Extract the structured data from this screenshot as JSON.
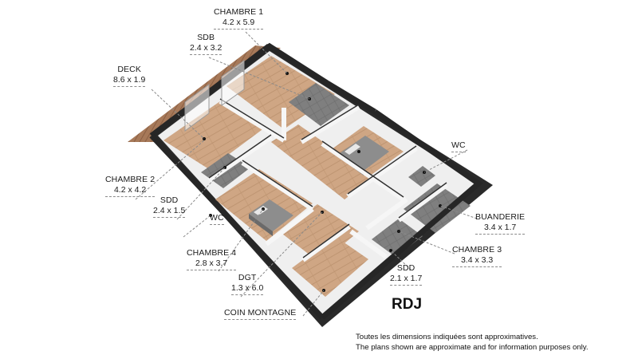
{
  "plan_title": "RDJ",
  "disclaimer_fr": "Toutes les dimensions indiquées sont approximatives.",
  "disclaimer_en": "The plans shown are approximate and for information purposes only.",
  "rooms": [
    {
      "key": "chambre1",
      "name": "CHAMBRE 1",
      "dims": "4.2 x 5.9"
    },
    {
      "key": "sdb",
      "name": "SDB",
      "dims": "2.4 x 3.2"
    },
    {
      "key": "deck",
      "name": "DECK",
      "dims": "8.6 x 1.9"
    },
    {
      "key": "wc_right",
      "name": "WC",
      "dims": ""
    },
    {
      "key": "chambre2",
      "name": "CHAMBRE 2",
      "dims": "4.2 x 4.2"
    },
    {
      "key": "sdd_left",
      "name": "SDD",
      "dims": "2.4 x 1.5"
    },
    {
      "key": "wc_left",
      "name": "WC",
      "dims": ""
    },
    {
      "key": "buanderie",
      "name": "BUANDERIE",
      "dims": "3.4 x 1.7"
    },
    {
      "key": "chambre4",
      "name": "CHAMBRE 4",
      "dims": "2.8 x 3.7"
    },
    {
      "key": "chambre3",
      "name": "CHAMBRE 3",
      "dims": "3.4 x 3.3"
    },
    {
      "key": "dgt",
      "name": "DGT",
      "dims": "1.3 x 6.0"
    },
    {
      "key": "sdd_right",
      "name": "SDD",
      "dims": "2.1 x 1.7"
    },
    {
      "key": "coin_montagne",
      "name": "COIN MONTAGNE",
      "dims": ""
    }
  ],
  "colors": {
    "wall": "#262626",
    "wall_top": "#3a3a3a",
    "wall_inner": "#f4f4f4",
    "wood": "#c9a482",
    "wood_dark": "#b88c66",
    "tile": "#7d7d7d",
    "deck": "#a8795a"
  }
}
